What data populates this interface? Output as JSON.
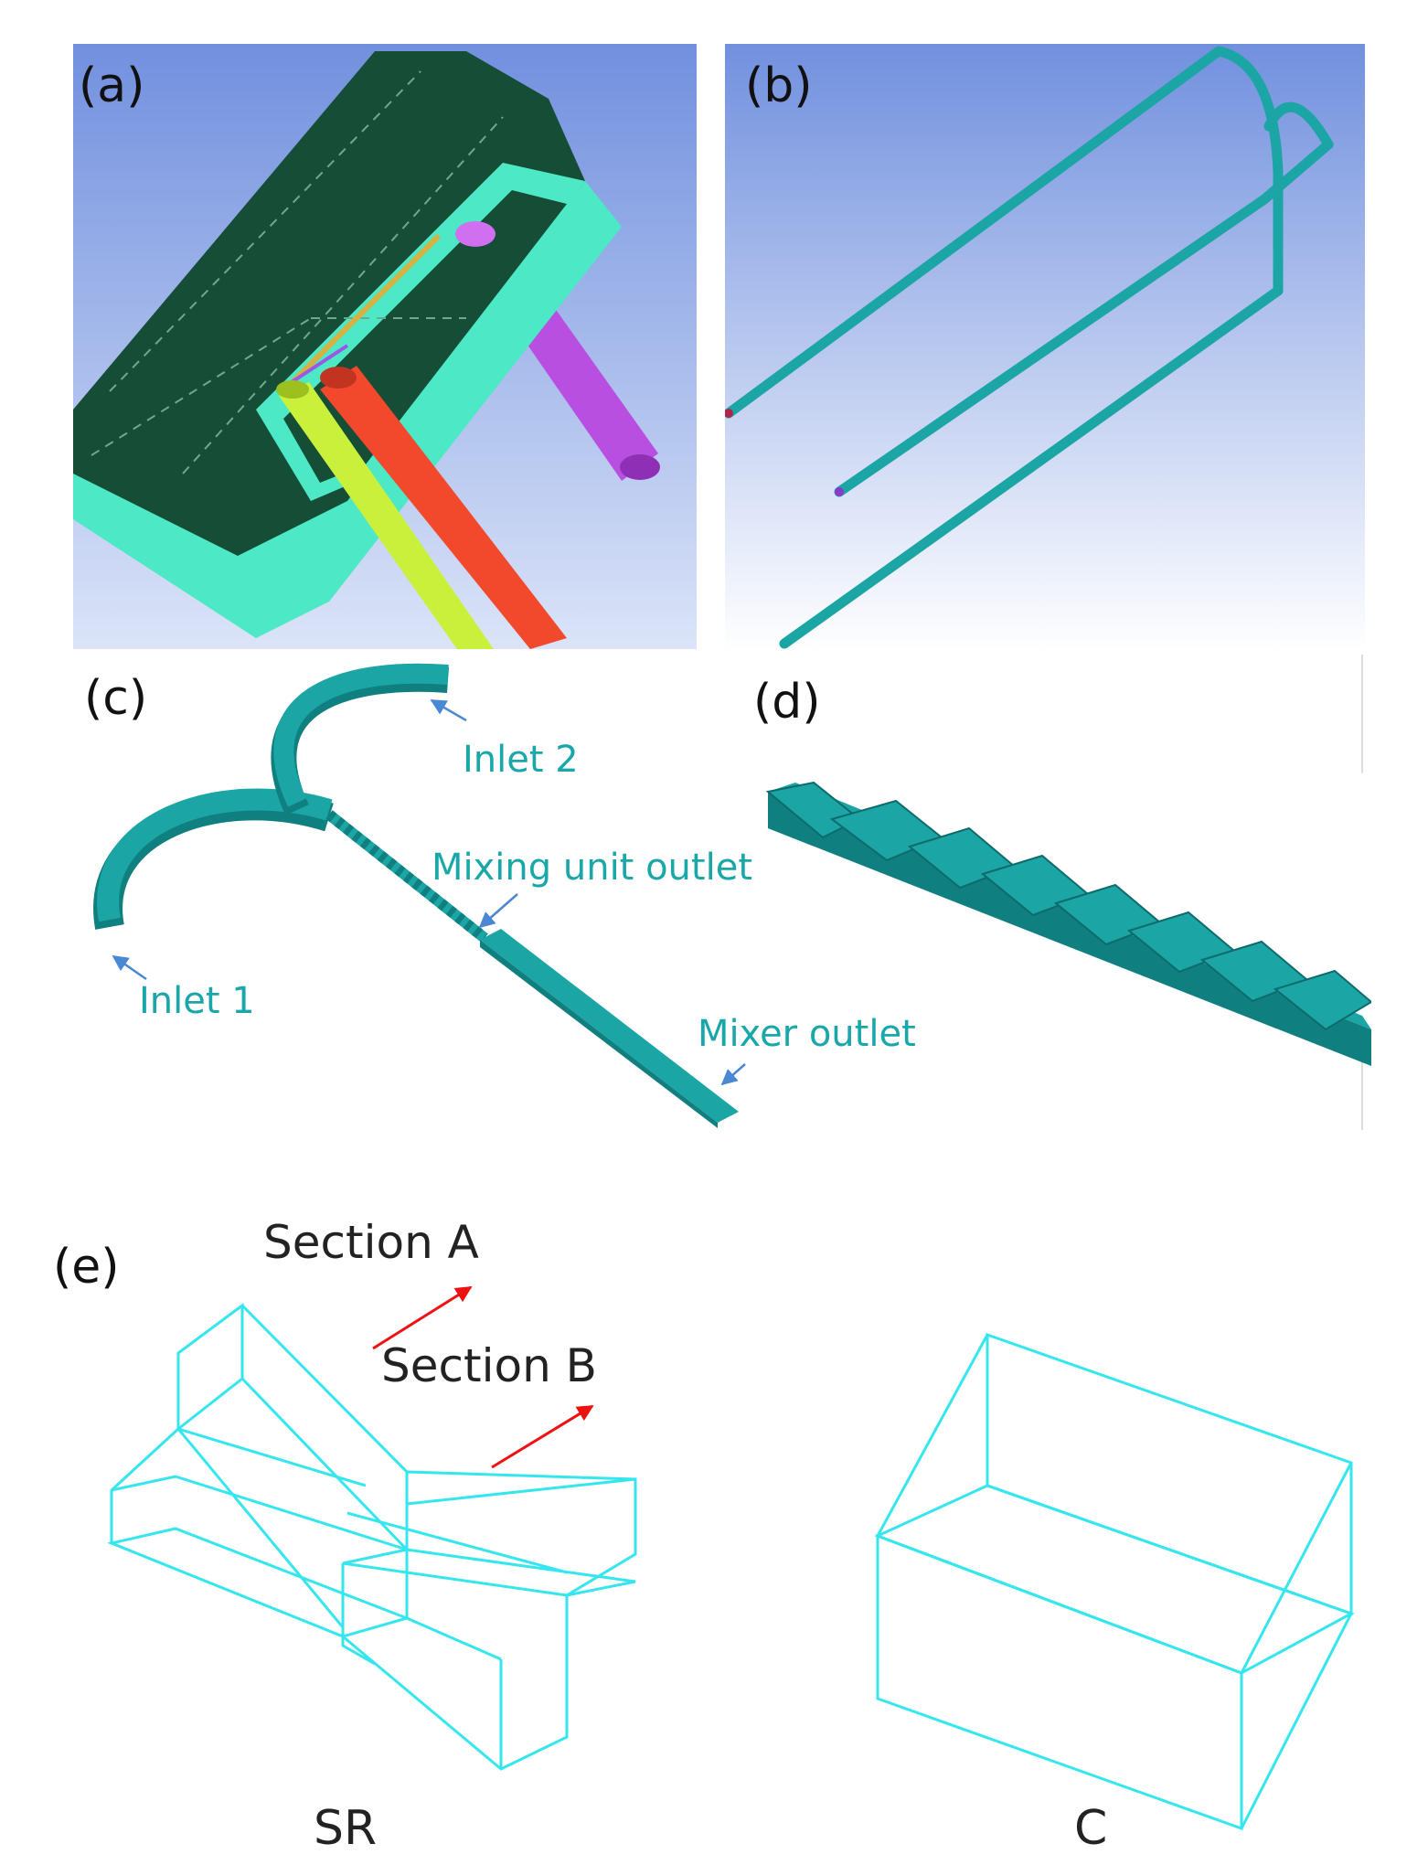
{
  "panels": {
    "a": {
      "label": "(a)"
    },
    "b": {
      "label": "(b)"
    },
    "c": {
      "label": "(c)",
      "callouts": {
        "inlet2": "Inlet 2",
        "inlet1": "Inlet 1",
        "mixing_unit_outlet": "Mixing unit outlet",
        "mixer_outlet": "Mixer outlet"
      }
    },
    "d": {
      "label": "(d)"
    },
    "e": {
      "label": "(e)",
      "section_a": "Section A",
      "section_b": "Section B",
      "caption_left": "SR",
      "caption_right": "C"
    }
  },
  "colors": {
    "teal": "#1ba5a5",
    "teal_dark": "#0f7f80",
    "wire_cyan": "#35e6ef",
    "arrow_red": "#ee1111",
    "callout_arrow": "#4a88d4",
    "housing_dark": "#154d36",
    "housing_light": "#4de8c6",
    "tube_purple": "#b94fe0",
    "tube_red": "#f2482c",
    "tube_yellow": "#c9f03a"
  }
}
